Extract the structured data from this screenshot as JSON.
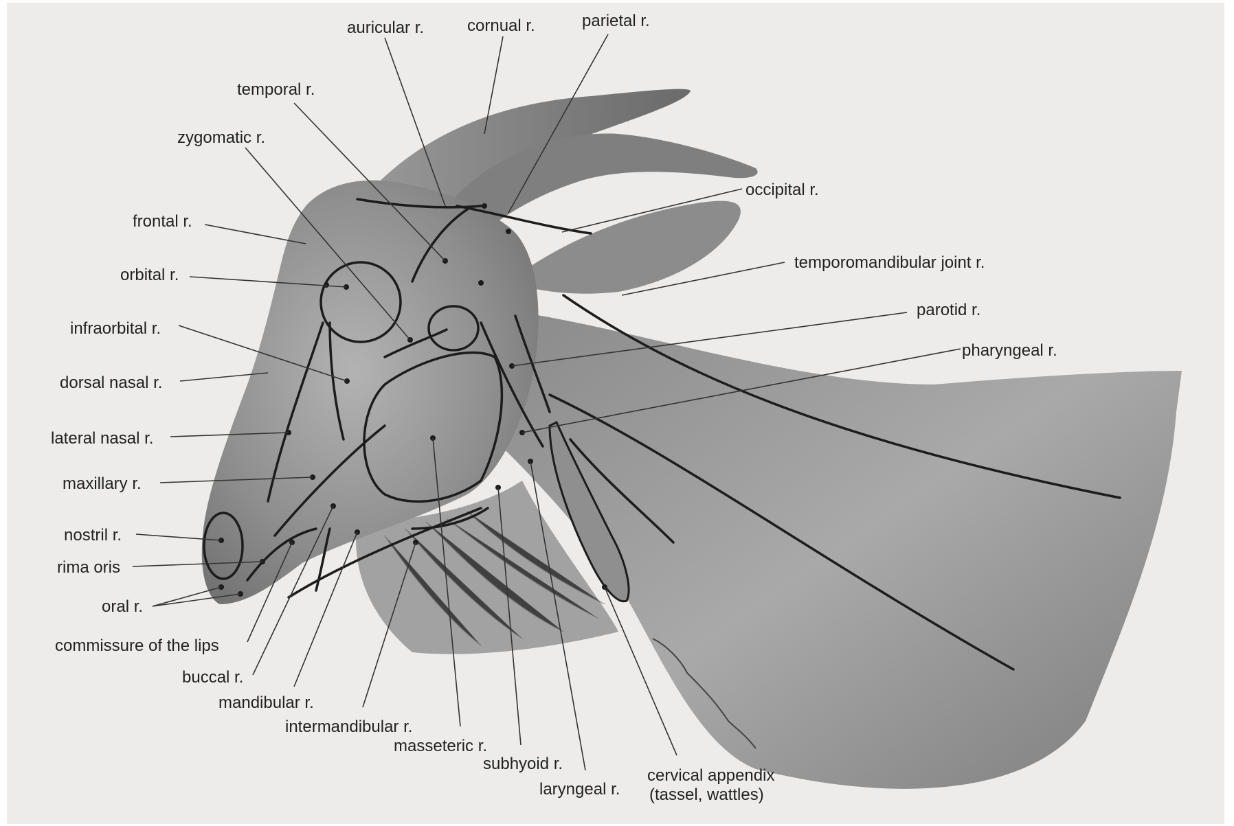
{
  "labels": {
    "auricular": "auricular r.",
    "cornual": "cornual r.",
    "parietal": "parietal r.",
    "temporal": "temporal r.",
    "zygomatic": "zygomatic r.",
    "occipital": "occipital r.",
    "frontal": "frontal r.",
    "temporomandibular": "temporomandibular joint r.",
    "orbital": "orbital r.",
    "parotid": "parotid r.",
    "infraorbital": "infraorbital r.",
    "pharyngeal": "pharyngeal r.",
    "dorsal_nasal": "dorsal nasal r.",
    "lateral_nasal": "lateral nasal r.",
    "maxillary": "maxillary r.",
    "nostril": "nostril r.",
    "rima_oris": "rima oris",
    "oral": "oral r.",
    "commissure": "commissure of the lips",
    "buccal": "buccal r.",
    "mandibular": "mandibular r.",
    "intermandibular": "intermandibular r.",
    "masseteric": "masseteric r.",
    "subhyoid": "subhyoid r.",
    "laryngeal": "laryngeal r.",
    "cervical_line1": "cervical appendix",
    "cervical_line2": "(tassel, wattles)"
  }
}
